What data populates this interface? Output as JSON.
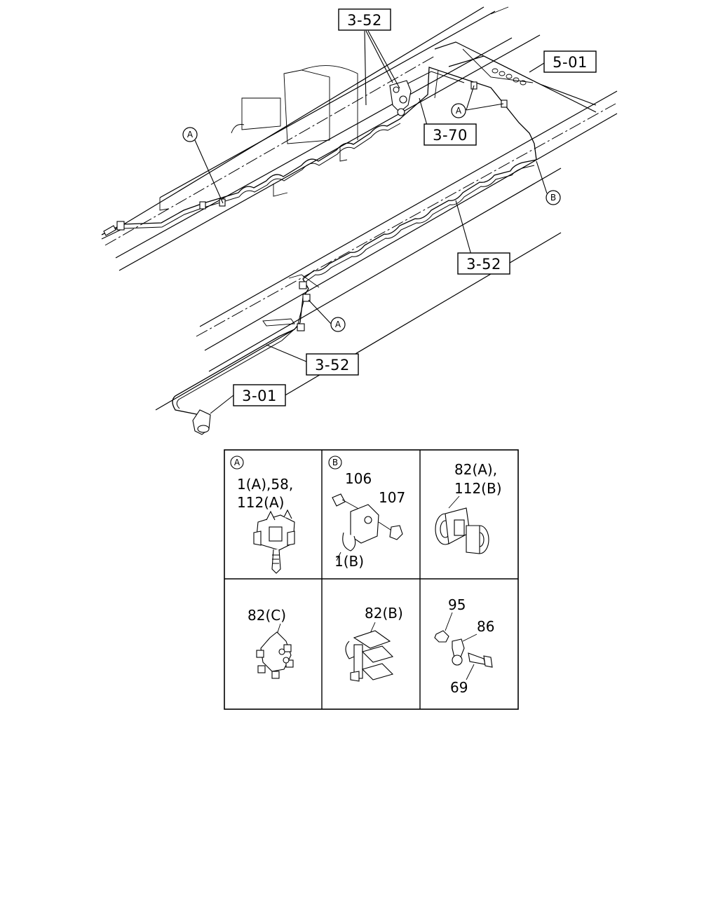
{
  "reference_labels": {
    "top_3_52": "3-52",
    "ref_5_01": "5-01",
    "ref_3_70": "3-70",
    "mid_3_52": "3-52",
    "low_3_52": "3-52",
    "ref_3_01": "3-01"
  },
  "callouts": {
    "a_left": "A",
    "a_right": "A",
    "a_lower": "A",
    "b_right": "B"
  },
  "detail_table": {
    "cells": [
      {
        "letter": "A",
        "lines": [
          "1(A),58,",
          "112(A)"
        ]
      },
      {
        "letter": "B",
        "labels": [
          "106",
          "107",
          "1(B)"
        ]
      },
      {
        "lines": [
          "82(A),",
          "112(B)"
        ]
      },
      {
        "lines": [
          "82(C)"
        ]
      },
      {
        "lines": [
          "82(B)"
        ]
      },
      {
        "labels": [
          "95",
          "86",
          "69"
        ]
      }
    ]
  }
}
